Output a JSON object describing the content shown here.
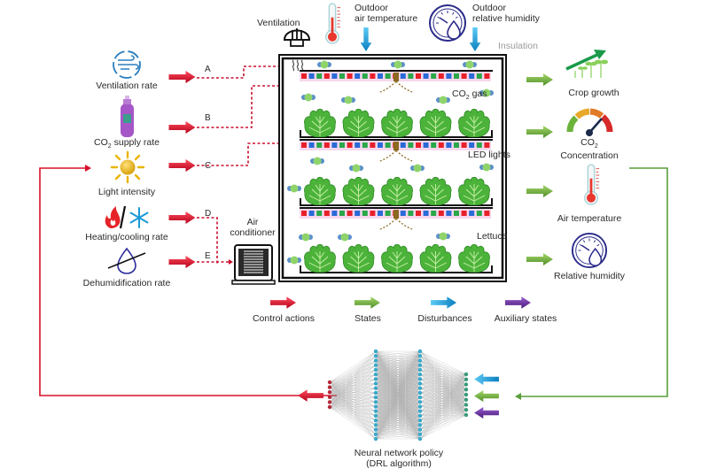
{
  "figure": {
    "title": "DRL control loop for indoor vertical farm",
    "colors": {
      "control": "#d8102a",
      "state": "#7ab648",
      "disturbance": "#1ea0dc",
      "auxiliary": "#6b2fa0",
      "feedback_line_control": "#d8102a",
      "feedback_line_state": "#5a9e3a"
    }
  },
  "control_actions": [
    {
      "id": "ventilation",
      "icon": "wind-cycle-icon",
      "label": "Ventilation rate",
      "channel": "A"
    },
    {
      "id": "co2-supply",
      "icon": "gas-cylinder-icon",
      "label": "CO",
      "label_sub": "2",
      "label_tail": " supply rate",
      "channel": "B"
    },
    {
      "id": "light",
      "icon": "sun-icon",
      "label": "Light intensity",
      "channel": "C"
    },
    {
      "id": "heating-cooling",
      "icon": "flame-snowflake-icon",
      "label": "Heating/cooling rate",
      "channel": "D"
    },
    {
      "id": "dehumidification",
      "icon": "crossed-droplet-icon",
      "label": "Dehumidification rate",
      "channel": "E"
    }
  ],
  "disturbances": [
    {
      "id": "outdoor-temp",
      "icon": "thermometer-icon",
      "label_line1": "Outdoor",
      "label_line2": "air temperature"
    },
    {
      "id": "outdoor-rh",
      "icon": "humidity-gauge-icon",
      "label_line1": "Outdoor",
      "label_line2": "relative humidity"
    }
  ],
  "farm": {
    "ventilation_label": "Ventilation",
    "insulation_label": "Insulation",
    "co2_label": "CO",
    "co2_sub": "2",
    "co2_tail": " gas",
    "led_label": "LED lights",
    "lettuce_label": "Lettuce",
    "air_conditioner_line1": "Air",
    "air_conditioner_line2": "conditioner"
  },
  "states": [
    {
      "id": "crop-growth",
      "icon": "crop-growth-icon",
      "label": "Crop growth"
    },
    {
      "id": "co2-conc",
      "icon": "co2-gauge-icon",
      "label_line1": "CO",
      "label_sub": "2",
      "label_line2": "Concentration"
    },
    {
      "id": "air-temp",
      "icon": "thermometer-icon",
      "label": "Air temperature"
    },
    {
      "id": "rel-humidity",
      "icon": "humidity-gauge-icon",
      "label": "Relative humidity"
    }
  ],
  "legend": [
    {
      "id": "control",
      "label": "Control actions"
    },
    {
      "id": "states",
      "label": "States"
    },
    {
      "id": "disturbances",
      "label": "Disturbances"
    },
    {
      "id": "auxiliary",
      "label": "Auxiliary states"
    }
  ],
  "policy": {
    "label_line1": "Neural network policy",
    "label_line2": "(DRL algorithm)"
  }
}
